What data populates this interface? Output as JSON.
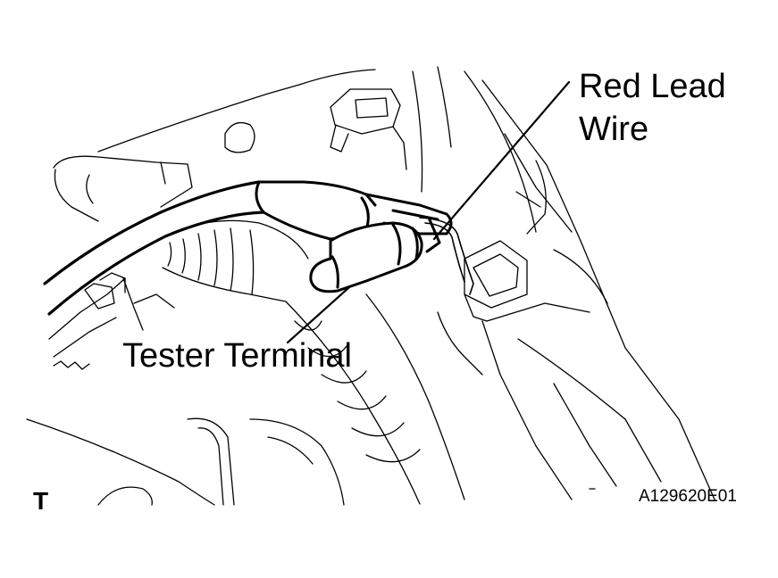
{
  "labels": {
    "red_lead_wire_line1": "Red Lead",
    "red_lead_wire_line2": "Wire",
    "tester_terminal": "Tester Terminal",
    "corner_mark": "T",
    "figure_id": "A129620E01"
  },
  "colors": {
    "ink": "#000000",
    "background": "#ffffff",
    "cap_fill": "#ffffff"
  }
}
